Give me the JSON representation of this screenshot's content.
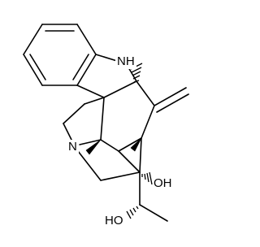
{
  "molecule": {
    "atoms": {
      "indole_nh": "NH",
      "amine_n": "N",
      "oh_tertiary": "OH",
      "oh_secondary": "HO"
    }
  }
}
